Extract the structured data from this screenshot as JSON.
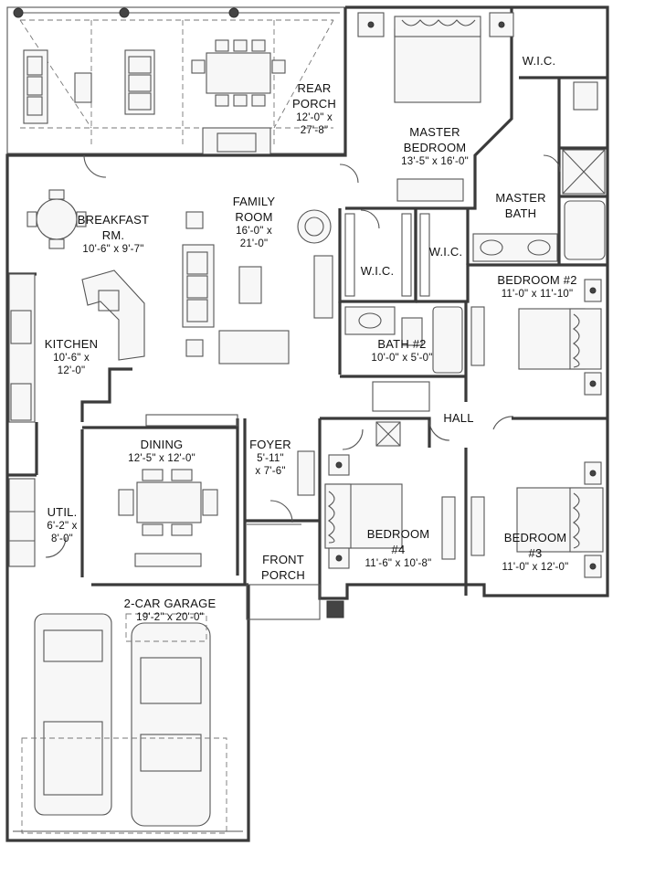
{
  "floor_plan": {
    "rooms": [
      {
        "id": "rear-porch",
        "name": "REAR\nPORCH",
        "dims": "12'-0\" x\n27'-8\""
      },
      {
        "id": "master-bedroom",
        "name": "MASTER\nBEDROOM",
        "dims": "13'-5\" x 16'-0\""
      },
      {
        "id": "wic-master",
        "name": "W.I.C.",
        "dims": ""
      },
      {
        "id": "master-bath",
        "name": "MASTER\nBATH",
        "dims": ""
      },
      {
        "id": "breakfast",
        "name": "BREAKFAST\nRM.",
        "dims": "10'-6\" x 9'-7\""
      },
      {
        "id": "family-room",
        "name": "FAMILY\nROOM",
        "dims": "16'-0\" x\n21'-0\""
      },
      {
        "id": "wic-left",
        "name": "W.I.C.",
        "dims": ""
      },
      {
        "id": "wic-right",
        "name": "W.I.C.",
        "dims": ""
      },
      {
        "id": "bedroom-2",
        "name": "BEDROOM #2",
        "dims": "11'-0\" x 11'-10\""
      },
      {
        "id": "kitchen",
        "name": "KITCHEN",
        "dims": "10'-6\" x\n12'-0\""
      },
      {
        "id": "bath-2",
        "name": "BATH #2",
        "dims": "10'-0\" x 5'-0\""
      },
      {
        "id": "hall",
        "name": "HALL",
        "dims": ""
      },
      {
        "id": "dining",
        "name": "DINING",
        "dims": "12'-5\" x 12'-0\""
      },
      {
        "id": "foyer",
        "name": "FOYER",
        "dims": "5'-11\"\nx 7'-6\""
      },
      {
        "id": "util",
        "name": "UTIL.",
        "dims": "6'-2\" x\n8'-0\""
      },
      {
        "id": "bedroom-4",
        "name": "BEDROOM\n#4",
        "dims": "11'-6\" x 10'-8\""
      },
      {
        "id": "bedroom-3",
        "name": "BEDROOM\n#3",
        "dims": "11'-0\" x 12'-0\""
      },
      {
        "id": "front-porch",
        "name": "FRONT\nPORCH",
        "dims": ""
      },
      {
        "id": "garage",
        "name": "2-CAR GARAGE",
        "dims": "19'-2\" x 20'-0\""
      }
    ]
  }
}
